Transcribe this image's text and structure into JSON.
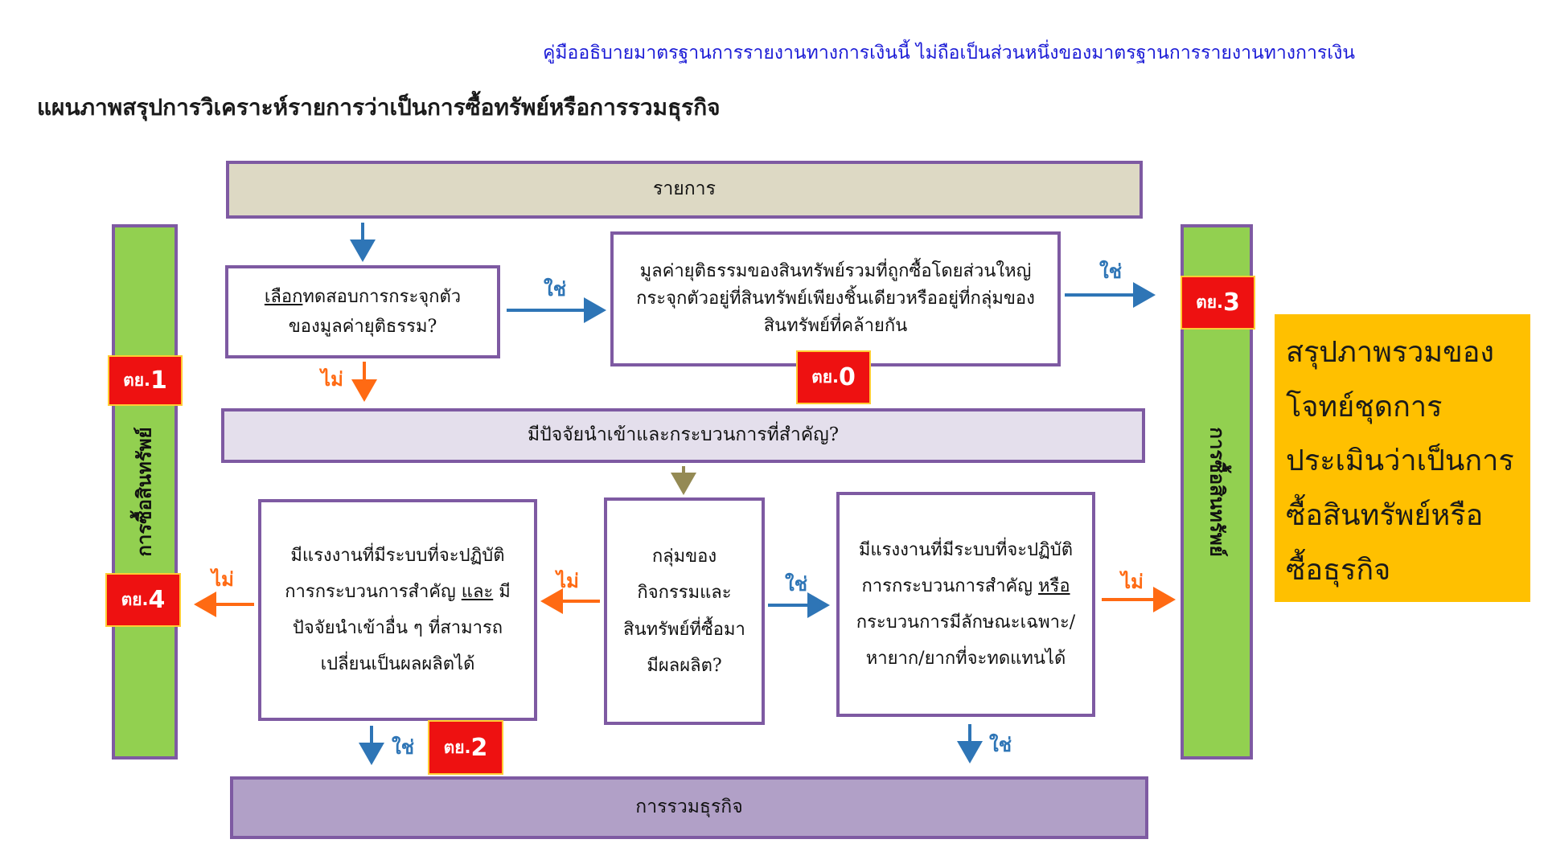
{
  "header_note": "คู่มืออธิบายมาตรฐานการรายงานทางการเงินนี้ ไม่ถือเป็นส่วนหนึ่งของมาตรฐานการรายงานทางการเงิน",
  "page_title": "แผนภาพสรุปการวิเคราะห์รายการว่าเป็นการซื้อทรัพย์หรือการรวมธุรกิจ",
  "bars": {
    "transaction": "รายการ",
    "inputs_question": "มีปัจจัยนำเข้าและกระบวนการที่สำคัญ?",
    "business_combination": "การรวมธุรกิจ"
  },
  "side": {
    "left": "การซื้อสินทรัพย์",
    "right": "การซื้อสินทรัพย์"
  },
  "boxes": {
    "concentration_pre": "เลือก",
    "concentration_rest": "ทดสอบการกระจุกตัว",
    "concentration_line2": "ของมูลค่ายุติธรรม?",
    "fair_value": "มูลค่ายุติธรรมของสินทรัพย์รวมที่ถูกซื้อโดยส่วนใหญ่กระจุกตัวอยู่ที่สินทรัพย์เพียงชิ้นเดียวหรืออยู่ที่กลุ่มของสินทรัพย์ที่คล้ายกัน",
    "center_question": "กลุ่มของกิจกรรมและสินทรัพย์ที่ซื้อมามีผลผลิต?",
    "left_q_part1": "มีแรงงานที่มีระบบที่จะปฏิบัติการกระบวนการสำคัญ ",
    "left_q_and": "และ",
    "left_q_part2": " มีปัจจัยนำเข้าอื่น ๆ ที่สามารถเปลี่ยนเป็นผลผลิตได้",
    "right_q_part1": "มีแรงงานที่มีระบบที่จะปฏิบัติการกระบวนการสำคัญ ",
    "right_q_or": "หรือ",
    "right_q_part2": " กระบวนการมีลักษณะเฉพาะ/หายาก/ยากที่จะทดแทนได้"
  },
  "tags": {
    "prefix": "ตย.",
    "t0": "0",
    "t1": "1",
    "t2": "2",
    "t3": "3",
    "t4": "4"
  },
  "labels": {
    "yes": "ใช่",
    "no": "ไม่"
  },
  "summary": "สรุปภาพรวมของโจทย์ชุดการประเมินว่าเป็นการซื้อสินทรัพย์หรือซื้อธุรกิจ",
  "colors": {
    "yes_arrow": "#2e75b6",
    "no_arrow": "#ff6a13",
    "down_arrow": "#948a54",
    "box_border": "#7e5aa2",
    "side_bar": "#92d050",
    "tag_bg": "#ee1111",
    "summary_bg": "#ffc000"
  }
}
